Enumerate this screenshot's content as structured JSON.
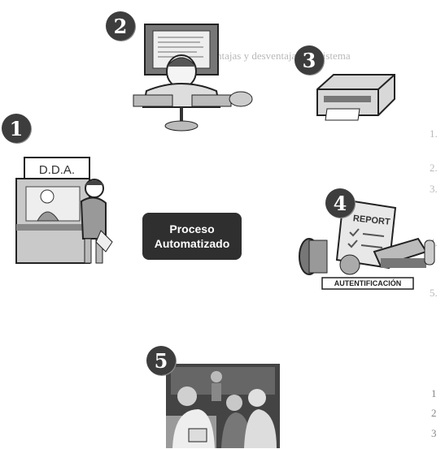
{
  "center": {
    "line1": "Proceso",
    "line2": "Automatizado"
  },
  "steps": [
    {
      "number": "1",
      "sign": "D.D.A."
    },
    {
      "number": "2"
    },
    {
      "number": "3"
    },
    {
      "number": "4",
      "report": "REPORT",
      "stamp": "AUTENTIFICACIÓN"
    },
    {
      "number": "5"
    }
  ],
  "ghost_text": [
    "VII. Ventajas y desventajas del sistema",
    "1.",
    "2.",
    "3.",
    "4.",
    "5.",
    "1",
    "2",
    "3"
  ]
}
